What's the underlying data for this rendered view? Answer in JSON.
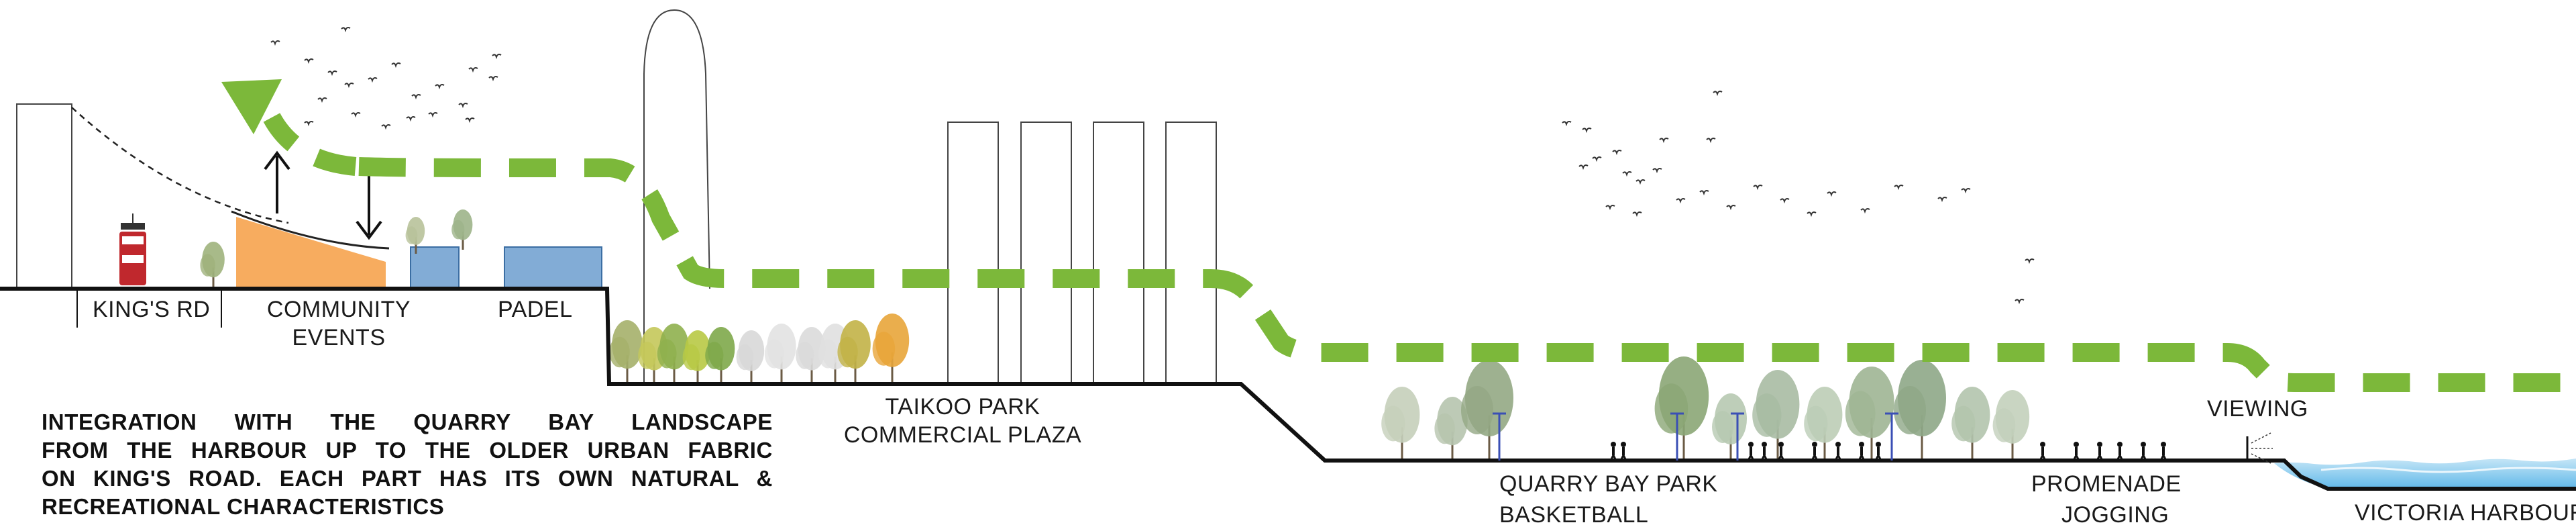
{
  "labels": {
    "kings_rd": "KING'S RD",
    "community_line1": "COMMUNITY",
    "community_line2": "EVENTS",
    "padel": "PADEL",
    "taikoo_line1": "TAIKOO PARK",
    "taikoo_line2": "COMMERCIAL PLAZA",
    "viewing": "VIEWING",
    "quarry_line1": "QUARRY BAY PARK",
    "quarry_line2": "BASKETBALL",
    "promenade_line1": "PROMENADE",
    "promenade_line2": "JOGGING",
    "harbour": "VICTORIA HARBOUR"
  },
  "caption": {
    "line1": "INTEGRATION WITH THE QUARRY BAY LANDSCAPE",
    "line2": "FROM THE HARBOUR UP TO THE OLDER URBAN FABRIC",
    "line3": "ON KING'S ROAD. EACH PART HAS ITS OWN NATURAL &",
    "line4": "RECREATIONAL CHARACTERISTICS"
  },
  "colors": {
    "green_path": "#7cb83a",
    "terrain": "#111111",
    "community_structure": "#f7ac5f",
    "padel_court": "#82acd6",
    "water": "#7fc4ec",
    "tram_red": "#c0282d"
  },
  "icons": [
    "tram-icon",
    "bird-icon",
    "person-icon",
    "tree-icon",
    "arrow-up-icon",
    "arrow-down-icon"
  ]
}
